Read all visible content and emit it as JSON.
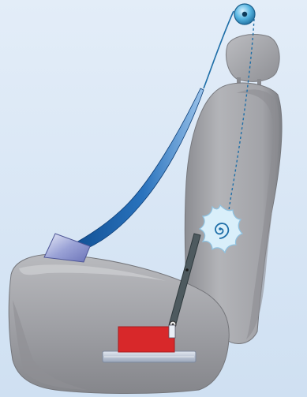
{
  "diagram": {
    "background_color": "#dfeaf7",
    "components": [
      {
        "name": "seat-belt-webbing",
        "color": "#1c5fa6"
      },
      {
        "name": "belt-pillar-pulley",
        "color": "#1f7fb0"
      },
      {
        "name": "belt-retractor-reel",
        "color": "#d9effa"
      },
      {
        "name": "buckle-tongue",
        "color": "#7d86c6"
      },
      {
        "name": "pretensioner-rod",
        "color": "#4e5a5f"
      },
      {
        "name": "pretensioner-unit",
        "color": "#d8282a"
      },
      {
        "name": "seat-rail",
        "color": "#b8c4d6"
      },
      {
        "name": "car-seat",
        "color": "#a3a4a8"
      }
    ]
  }
}
